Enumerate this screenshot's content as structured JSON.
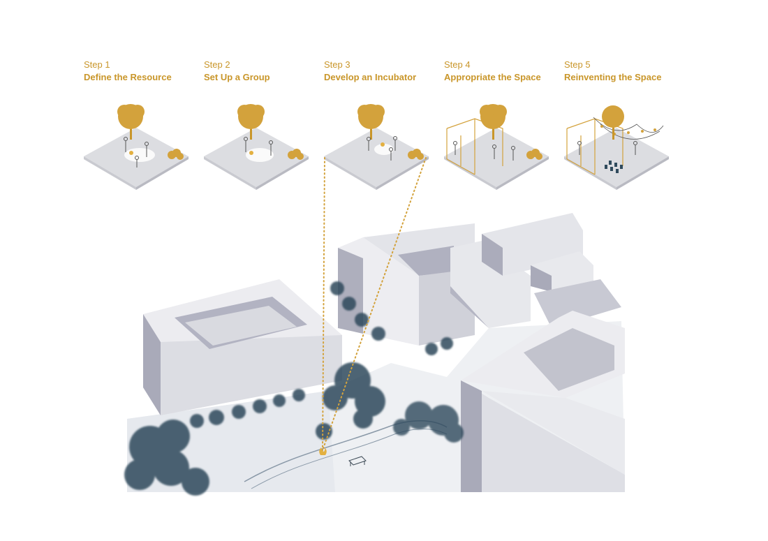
{
  "steps": [
    {
      "number": "Step 1",
      "title": "Define the Resource"
    },
    {
      "number": "Step 2",
      "title": "Set Up a Group"
    },
    {
      "number": "Step 3",
      "title": "Develop an Incubator"
    },
    {
      "number": "Step 4",
      "title": "Appropriate the Space"
    },
    {
      "number": "Step 5",
      "title": "Reinventing the Space"
    }
  ],
  "colors": {
    "accent": "#c9962a",
    "building": "#e9e9ee",
    "building_shade": "#a7a8b8",
    "tree": "#2f4a5c",
    "ground": "#eef0f3"
  },
  "icons": [
    "tree-icon",
    "people-icon",
    "fire-icon",
    "bench-icon",
    "string-lights-icon"
  ]
}
